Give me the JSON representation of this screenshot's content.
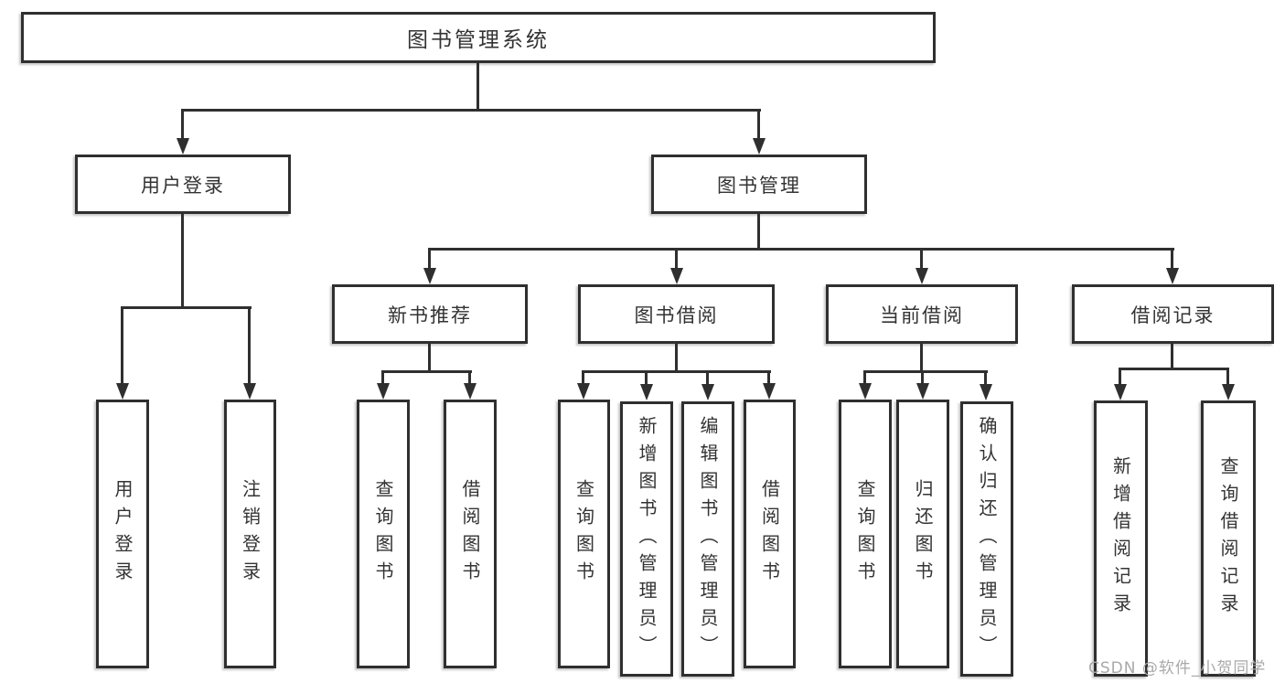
{
  "diagram": {
    "root": "图书管理系统",
    "login": {
      "label": "用户登录",
      "children": [
        "用户登录",
        "注销登录"
      ]
    },
    "mgmt": {
      "label": "图书管理",
      "groups": [
        {
          "label": "新书推荐",
          "children": [
            "查询图书",
            "借阅图书"
          ]
        },
        {
          "label": "图书借阅",
          "children": [
            "查询图书",
            "新增图书（管理员）",
            "编辑图书（管理员）",
            "借阅图书"
          ]
        },
        {
          "label": "当前借阅",
          "children": [
            "查询图书",
            "归还图书",
            "确认归还（管理员）"
          ]
        },
        {
          "label": "借阅记录",
          "children": [
            "新增借阅记录",
            "查询借阅记录"
          ]
        }
      ]
    }
  },
  "watermark": "CSDN @软件_小贺同学",
  "colors": {
    "line": "#2f2f2f",
    "text": "#333333",
    "watermark": "#a9a9a9",
    "background": "#ffffff"
  }
}
